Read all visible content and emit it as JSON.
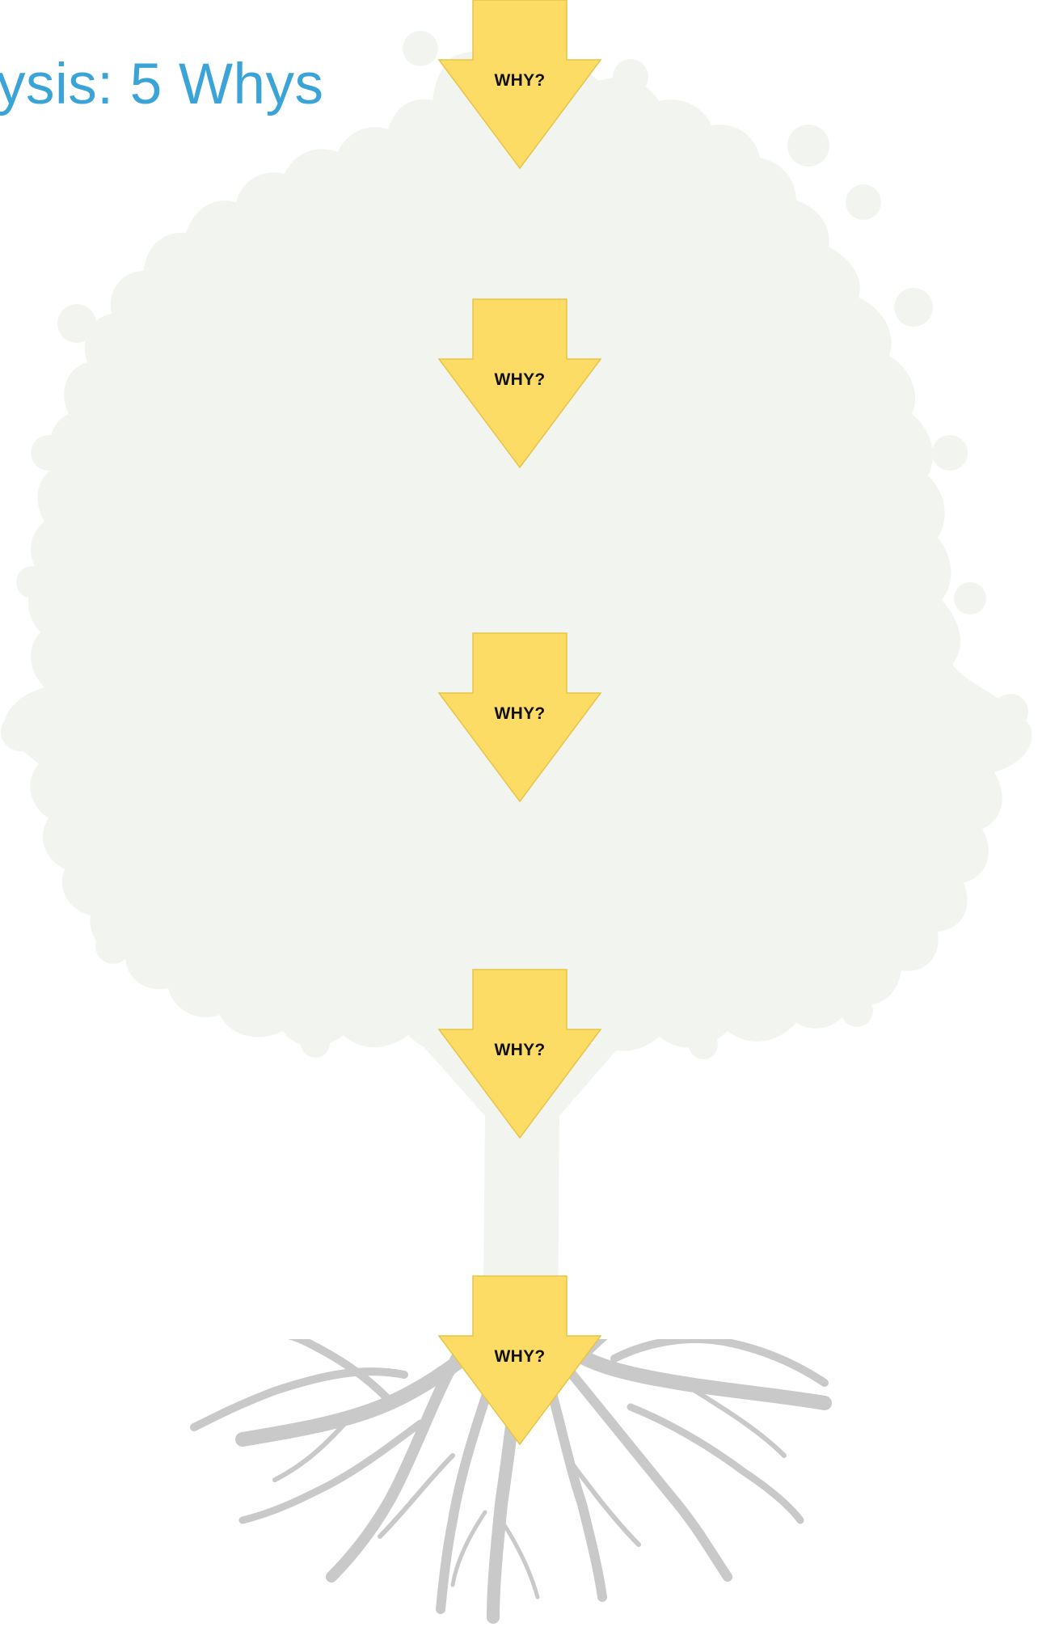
{
  "slide": {
    "title": "ysis: 5 Whys"
  },
  "arrows": [
    {
      "label": "WHY?"
    },
    {
      "label": "WHY?"
    },
    {
      "label": "WHY?"
    },
    {
      "label": "WHY?"
    },
    {
      "label": "WHY?"
    }
  ],
  "colors": {
    "title": "#3aa3d8",
    "arrow_fill": "#fddc66",
    "canopy": "#f2f5ef",
    "roots": "#c9c9c9"
  }
}
